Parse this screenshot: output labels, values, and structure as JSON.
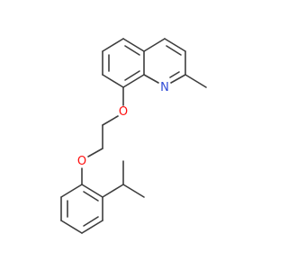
{
  "molecule": {
    "atoms": {
      "nitrogen": {
        "symbol": "N",
        "color": "#2f4bd6"
      },
      "oxygen_upper": {
        "symbol": "O",
        "color": "#ff0d0d"
      },
      "oxygen_lower": {
        "symbol": "O",
        "color": "#ff0d0d"
      }
    },
    "bond_color": "#3d3d3d",
    "background": "#ffffff"
  }
}
